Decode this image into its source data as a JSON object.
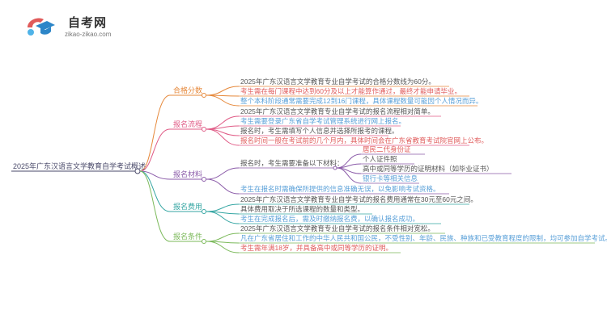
{
  "logo": {
    "name": "自考网",
    "url": "zikao-zikao.com",
    "icon": "graduation-cap-icon"
  },
  "root": "2025年广东汉语言文学教育自学考试概述",
  "branches": [
    {
      "label": "合格分数",
      "color": "#e6883a",
      "items": [
        "2025年广东汉语言文学教育专业自学考试的合格分数线为60分。",
        "考生需在每门课程中达到60分及以上才能算作通过，最终才能申请毕业。",
        "整个本科阶段通常需要完成12到16门课程，具体课程数量可能因个人情况而异。"
      ]
    },
    {
      "label": "报名流程",
      "color": "#e05b86",
      "items": [
        "2025年广东汉语言文学教育专业自学考试的报名流程相对简单。",
        "考生需要登录广东省自学考试管理系统进行网上报名。",
        "报名时，考生需填写个人信息并选择所报考的课程。",
        "报名时间一般在考试前的几个月内，具体时间会在广东省教育考试院官网上公布。"
      ]
    },
    {
      "label": "报名材料",
      "color": "#8a5aa8",
      "lead": "报名时，考生需要准备以下材料：",
      "sub_items": [
        "居民二代身份证",
        "个人证件照",
        "高中或同等学历的证明材料（如毕业证书）",
        "银行卡等相关信息"
      ],
      "items": [
        "考生在报名时需确保所提供的信息准确无误，以免影响考试资格。"
      ]
    },
    {
      "label": "报名费用",
      "color": "#35a6a3",
      "items": [
        "2025年广东汉语言文学教育专业自学考试的报名费用通常在30元至60元之间。",
        "具体费用取决于所选课程的数量和类型。",
        "考生在完成报名后，需及时缴纳报名费，以确认报名成功。"
      ]
    },
    {
      "label": "报名条件",
      "color": "#7bb95a",
      "items": [
        "2025年广东汉语言文学教育专业自学考试的报名条件相对宽松。",
        "凡在广东省居住和工作的中华人民共和国公民，不受性别、年龄、民族、种族和已受教育程度的限制，均可参加自学考试。",
        "考生需年满18岁，并具备高中或同等学历的证明。"
      ]
    }
  ]
}
